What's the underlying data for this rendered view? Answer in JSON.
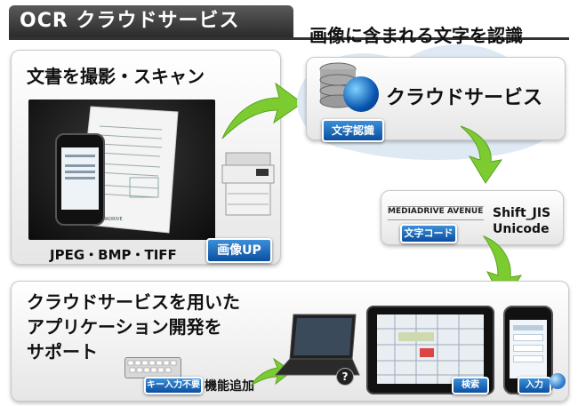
{
  "title": "OCR クラウドサービス",
  "subtitle": "画像に含まれる文字を認識",
  "capture": {
    "heading": "文書を撮影・スキャン",
    "formats": "JPEG・BMP・TIFF",
    "upload_badge": "画像UP"
  },
  "cloud": {
    "label": "クラウドサービス",
    "badge": "文字認識"
  },
  "text_code": {
    "sample_text": "MEDIADRIVE AVENUE",
    "badge": "文字コード",
    "encodings": [
      "Shift_JIS",
      "Unicode"
    ]
  },
  "apps": {
    "heading_lines": [
      "クラウドサービスを用いた",
      "アプリケーション開発を",
      "サポート"
    ],
    "key_badge": "キー入力不要",
    "feature_label": "機能追加",
    "search_badge": "検索",
    "input_badge": "入力"
  },
  "colors": {
    "accent_blue": "#0b5fb8",
    "arrow_green": "#6cbf2a",
    "title_bg": "#3a3a3a"
  },
  "icons": [
    "database-icon",
    "globe-icon",
    "arrow-icon",
    "question-icon",
    "magnifier-icon"
  ]
}
